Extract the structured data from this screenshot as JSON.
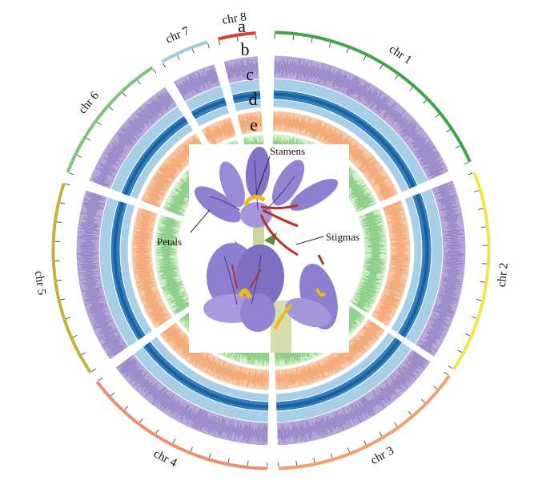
{
  "figure": {
    "track_letters": [
      "a",
      "b",
      "c",
      "d",
      "e"
    ],
    "chromosomes": [
      {
        "label": "chr 1",
        "color": "#3fa548",
        "start_deg": 1,
        "end_deg": 66
      },
      {
        "label": "chr 2",
        "color": "#f0e64a",
        "start_deg": 69,
        "end_deg": 123
      },
      {
        "label": "chr 3",
        "color": "#f2a06a",
        "start_deg": 125,
        "end_deg": 178
      },
      {
        "label": "chr 4",
        "color": "#ef8e6b",
        "start_deg": 181,
        "end_deg": 233
      },
      {
        "label": "chr 5",
        "color": "#c2b33a",
        "start_deg": 236,
        "end_deg": 288
      },
      {
        "label": "chr 6",
        "color": "#7cc47a",
        "start_deg": 291,
        "end_deg": 327
      },
      {
        "label": "chr 7",
        "color": "#9ecbe2",
        "start_deg": 330,
        "end_deg": 343
      },
      {
        "label": "chr 8",
        "color": "#d9412f",
        "start_deg": 346,
        "end_deg": 356
      }
    ],
    "track_colors": {
      "b_fill": "#b6a8d8",
      "b_line": "#7a67b8",
      "c_outer": "#a8cfe6",
      "c_inner": "#2f7fc1",
      "d_fill": "#f7c9a6",
      "d_line": "#f0965a",
      "e_fill": "#d4efcc",
      "e_line": "#6cc06a"
    },
    "flower_labels": {
      "stamens": "Stamens",
      "petals": "Petals",
      "stigmas": "Stigmas"
    },
    "flower_colors": {
      "petal": "#8e7fd0",
      "petal_dark": "#5f4ea8",
      "vein": "#4a3c8a",
      "stamen": "#f2b619",
      "stigma": "#b5322a",
      "stem": "#cdd6a0",
      "leaf": "#5c8a3a"
    }
  }
}
